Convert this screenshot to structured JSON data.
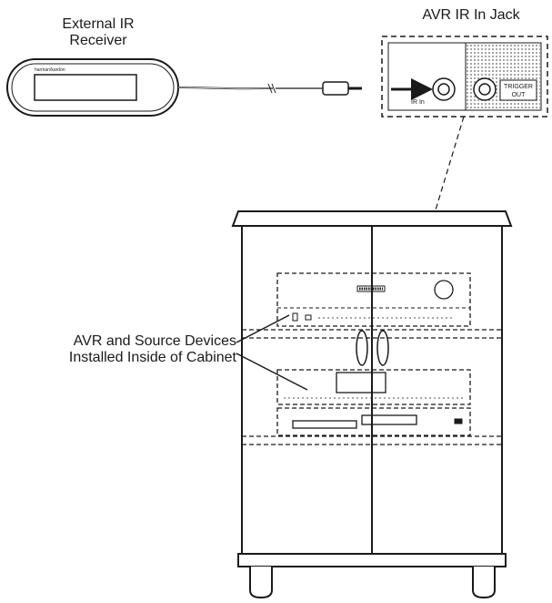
{
  "labels": {
    "receiver_title_line1": "External IR",
    "receiver_title_line2": "Receiver",
    "jack_title": "AVR IR In Jack",
    "device_callout_line1": "AVR and Source Devices",
    "device_callout_line2": "Installed Inside of Cabinet",
    "receiver_brand": "harman/kardon",
    "ir_in": "IR In",
    "trigger_out_line1": "TRIGGER",
    "trigger_out_line2": "OUT"
  },
  "colors": {
    "ink": "#1a1a1a",
    "panel_fill": "#d9d9d9",
    "background": "#ffffff"
  }
}
